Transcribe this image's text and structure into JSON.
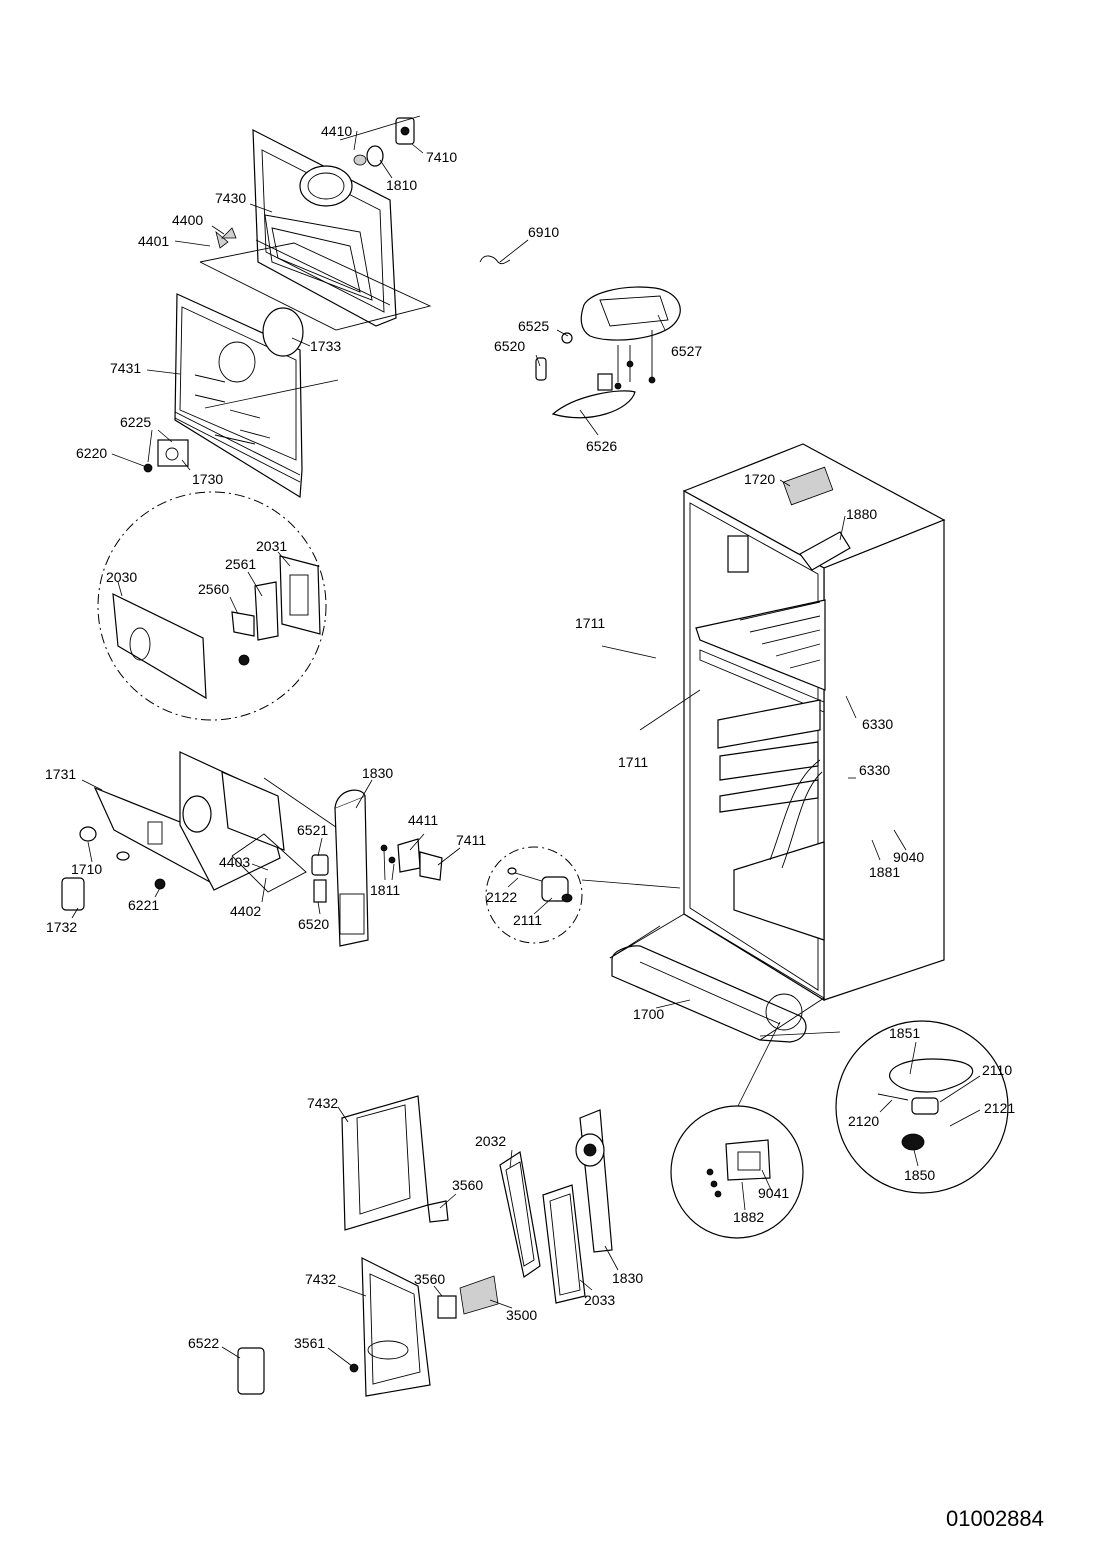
{
  "diagram": {
    "document_number": "01002884",
    "part_labels": [
      "4410",
      "7410",
      "1810",
      "7430",
      "4400",
      "4401",
      "6910",
      "1733",
      "6525",
      "6520",
      "6527",
      "7431",
      "6526",
      "6225",
      "6220",
      "1730",
      "1720",
      "1880",
      "2031",
      "2561",
      "2030",
      "2560",
      "1711",
      "1711",
      "6330",
      "6330",
      "1731",
      "1830",
      "6521",
      "4411",
      "7411",
      "4403",
      "1710",
      "1811",
      "2122",
      "9040",
      "1881",
      "6221",
      "4402",
      "6520",
      "1732",
      "2111",
      "1700",
      "1851",
      "2110",
      "2120",
      "2121",
      "1850",
      "7432",
      "2032",
      "3560",
      "9041",
      "1882",
      "1830",
      "7432",
      "3560",
      "2033",
      "3500",
      "6522",
      "3561"
    ]
  }
}
